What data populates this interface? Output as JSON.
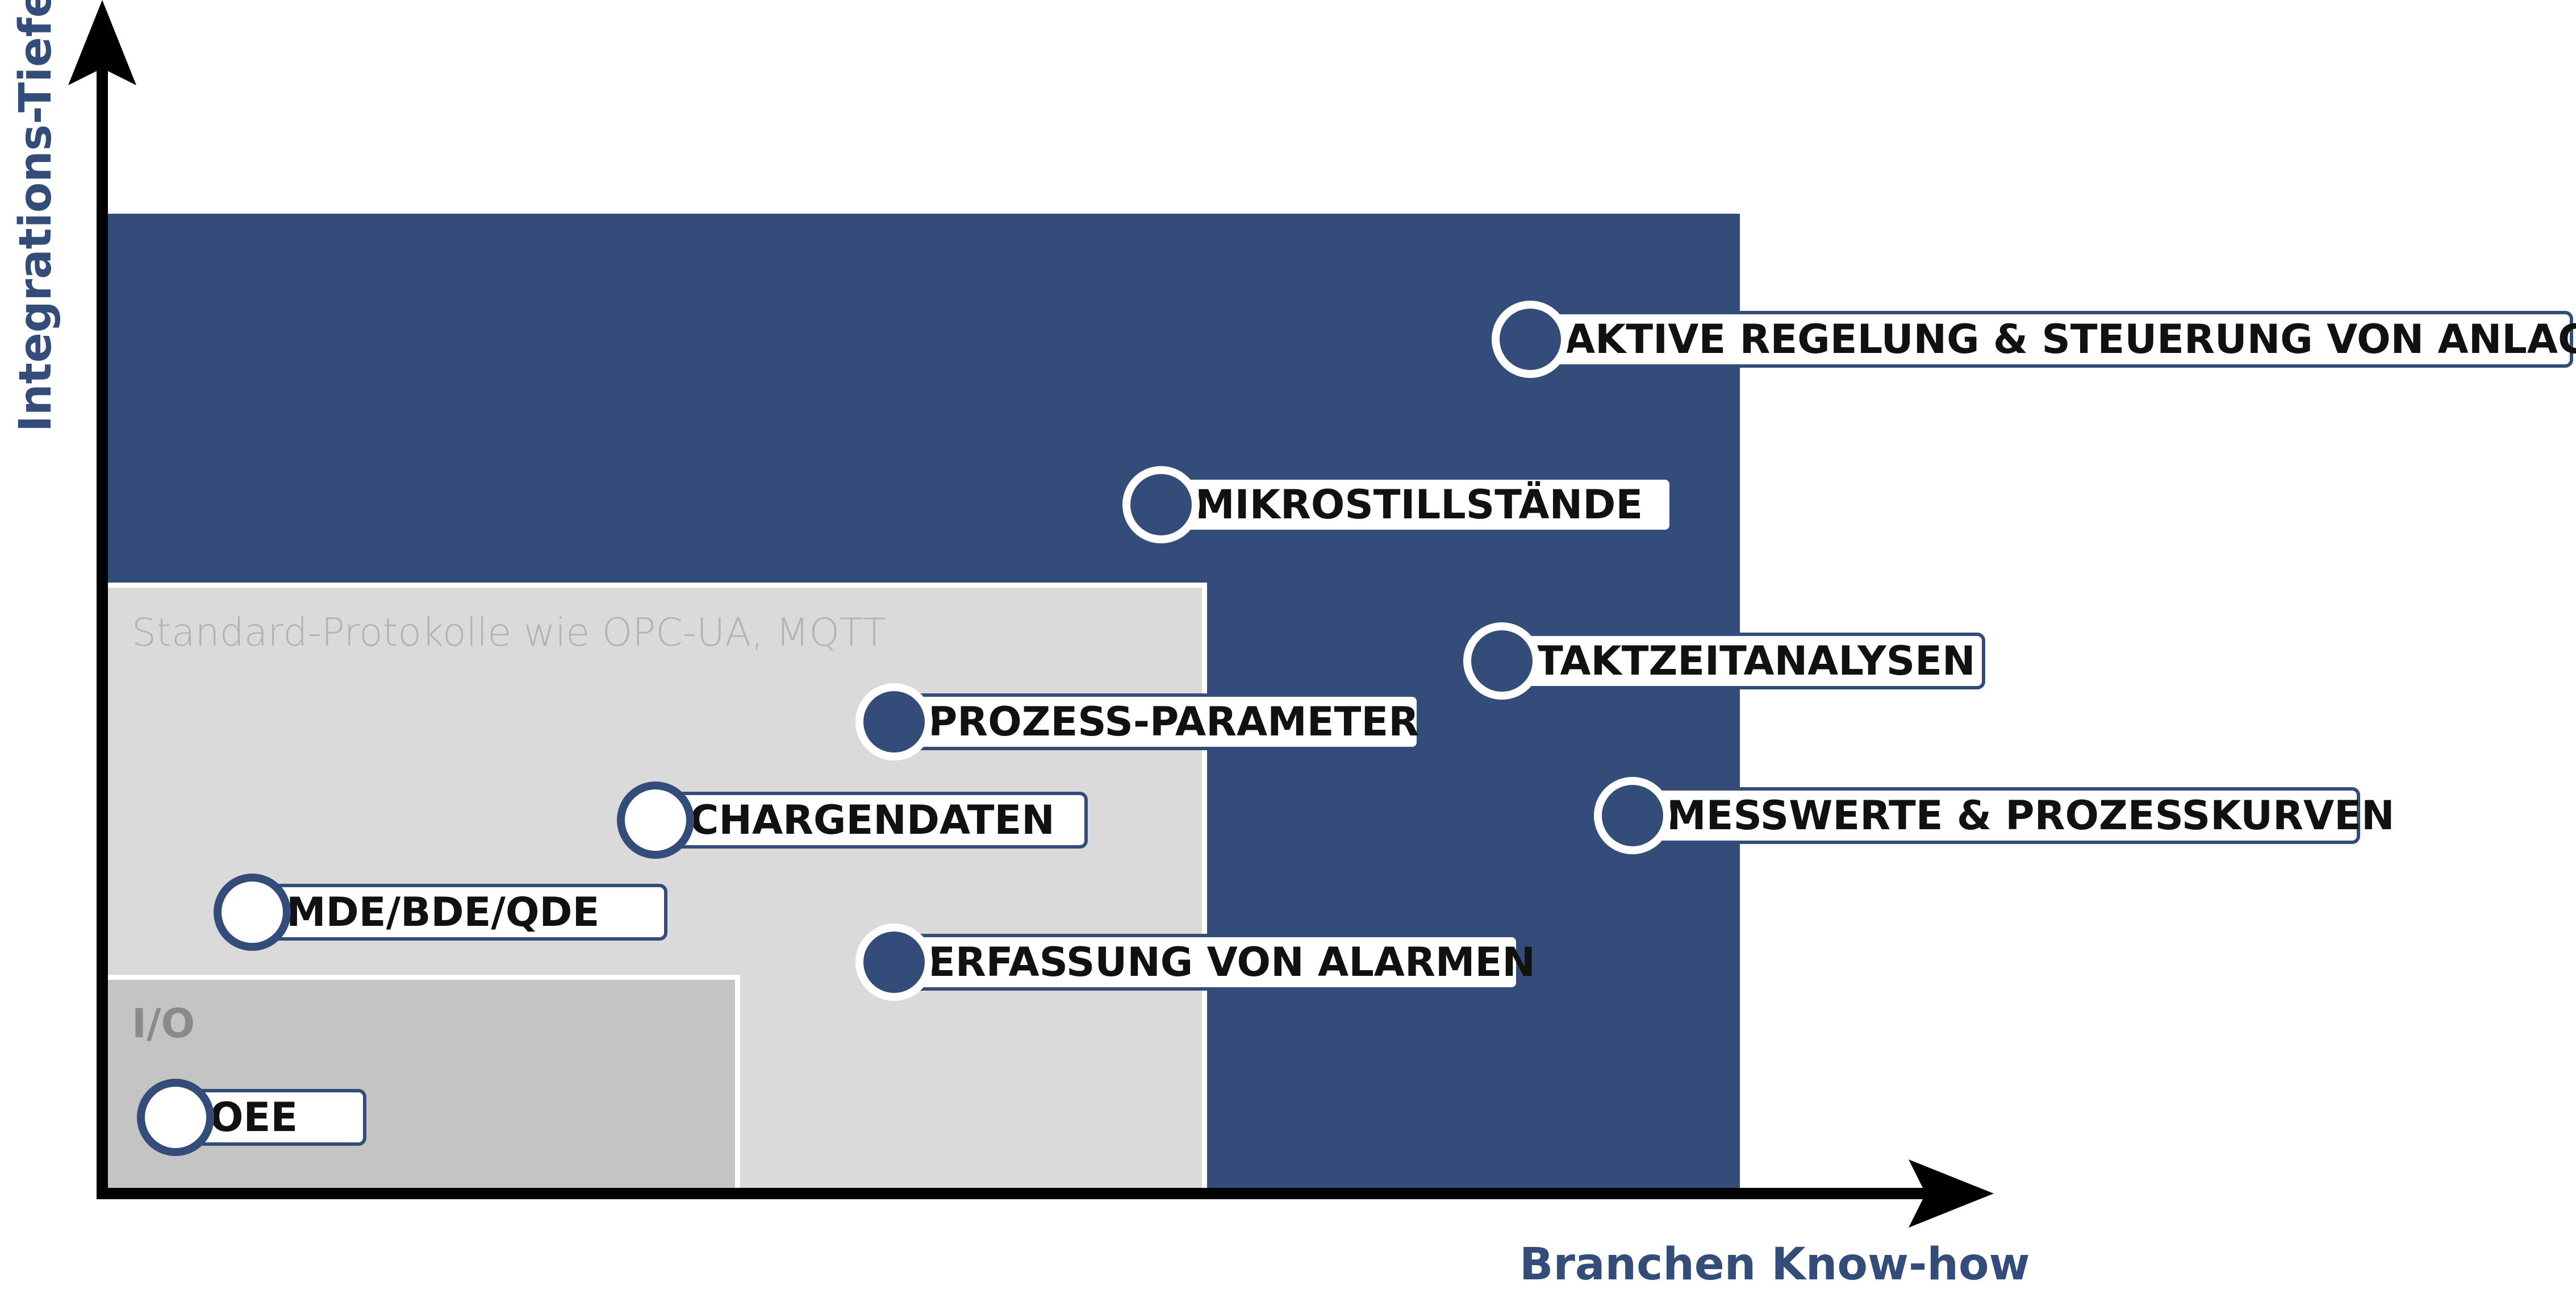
{
  "axes": {
    "y_title": "Integrations-Tiefe",
    "x_title": "Branchen Know-how"
  },
  "zones": {
    "standard_label": "Standard-Protokolle wie OPC-UA, MQTT",
    "io_label": "I/O"
  },
  "nodes": [
    {
      "label": "AKTIVE REGELUNG & STEUERUNG VON ANLAGEN"
    },
    {
      "label": "MIKROSTILLSTÄNDE"
    },
    {
      "label": "TAKTZEITANALYSEN"
    },
    {
      "label": "PROZESS-PARAMETER"
    },
    {
      "label": "MESSWERTE & PROZESSKURVEN"
    },
    {
      "label": "CHARGENDATEN"
    },
    {
      "label": "MDE/BDE/QDE"
    },
    {
      "label": "ERFASSUNG VON ALARMEN"
    },
    {
      "label": "OEE"
    }
  ],
  "colors": {
    "navy": "#344c79",
    "mid_gray": "#dadada",
    "light_gray": "#c4c4c4",
    "axis": "#000000"
  }
}
